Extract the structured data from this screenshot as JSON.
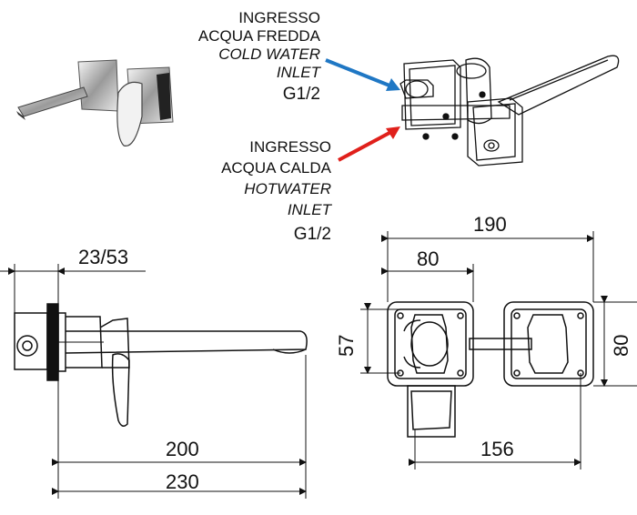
{
  "cold_inlet": {
    "line1": "INGRESSO",
    "line2": "ACQUA FREDDA",
    "line3": "COLD WATER",
    "line4": "INLET",
    "size": "G1/2",
    "arrow_color": "#1f77c4"
  },
  "hot_inlet": {
    "line1": "INGRESSO",
    "line2": "ACQUA CALDA",
    "line3": "HOTWATER",
    "line4": "INLET",
    "size": "G1/2",
    "arrow_color": "#e0201b"
  },
  "dimensions": {
    "side_depth": "23/53",
    "spout_200": "200",
    "total_230": "230",
    "width_190": "190",
    "plate_80": "80",
    "height_57": "57",
    "height_80": "80",
    "width_156": "156"
  }
}
